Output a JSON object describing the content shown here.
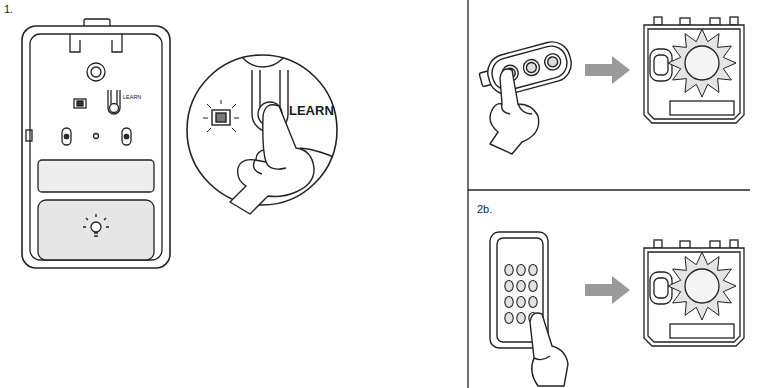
{
  "diagram": {
    "labels": [
      "1.",
      "LEARN",
      "LEARN",
      "2b."
    ]
  }
}
